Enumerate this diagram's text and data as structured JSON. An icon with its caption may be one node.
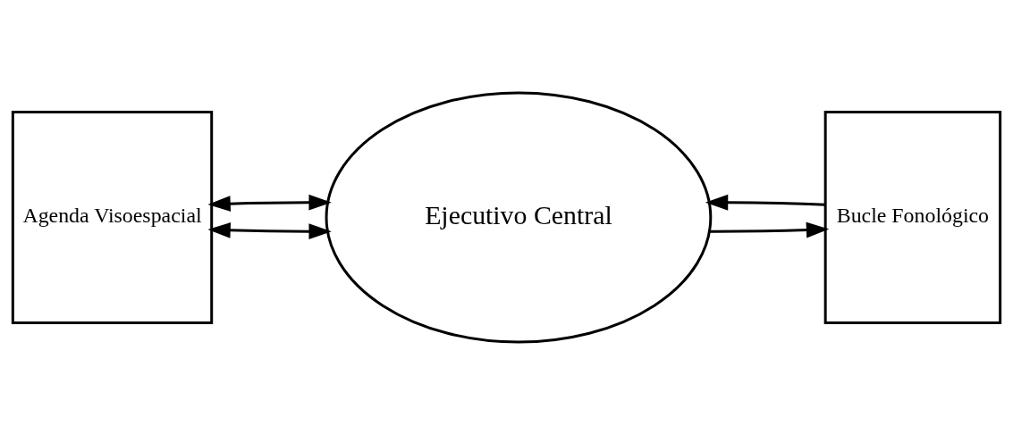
{
  "diagram": {
    "nodes": [
      {
        "text": [
          "Agenda Visoespacial"
        ]
      },
      {
        "text": [
          "Ejecutivo Central"
        ]
      },
      {
        "text": [
          "Bucle Fonológico"
        ]
      }
    ],
    "edges": [
      {
        "from": 0,
        "to": 1,
        "arrow": "both"
      },
      {
        "from": 0,
        "to": 1,
        "arrow": "both"
      },
      {
        "from": 2,
        "to": 1,
        "arrow": "to"
      },
      {
        "from": 1,
        "to": 2,
        "arrow": "to"
      }
    ]
  }
}
